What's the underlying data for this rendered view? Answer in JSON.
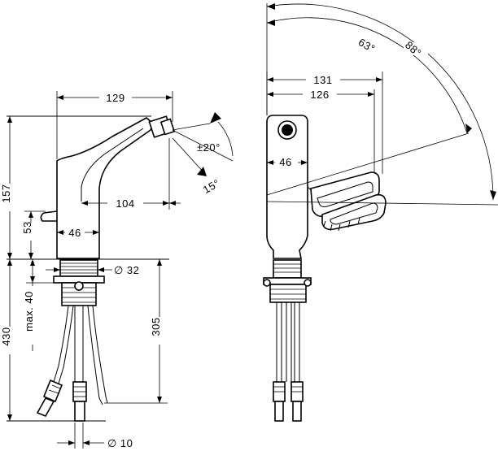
{
  "dimensions": {
    "d129": "129",
    "d104": "104",
    "d46_left": "46",
    "d157": "157",
    "d53": "53",
    "d430": "430",
    "d_max40": "max. 40",
    "d305": "305",
    "d_dia32": "∅ 32",
    "d_dia10": "∅ 10",
    "d131": "131",
    "d126": "126",
    "d46_right": "46",
    "a63": "63°",
    "a88": "88°",
    "a20": "±20°",
    "a15": "15°"
  }
}
